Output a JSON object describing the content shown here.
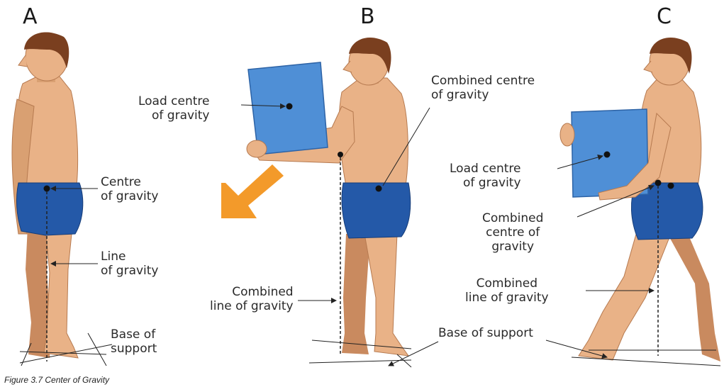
{
  "panels": [
    "A",
    "B",
    "C"
  ],
  "labels": {
    "a_centre_of_gravity": [
      "Centre",
      "of gravity"
    ],
    "a_line_of_gravity": [
      "Line",
      "of gravity"
    ],
    "a_base_of_support": [
      "Base of",
      "support"
    ],
    "b_load_centre": [
      "Load centre",
      "of gravity"
    ],
    "b_combined_centre": [
      "Combined centre",
      "of gravity"
    ],
    "b_combined_line": [
      "Combined",
      "line of gravity"
    ],
    "c_load_centre": [
      "Load centre",
      "of gravity"
    ],
    "c_combined_centre": [
      "Combined",
      "centre of",
      "gravity"
    ],
    "c_combined_line": [
      "Combined",
      "line of gravity"
    ],
    "shared_base_of_support": [
      "Base of support"
    ]
  },
  "caption": "Figure 3.7 Center of Gravity",
  "colors": {
    "skin": "#e9b287",
    "skin_shade": "#c98a5f",
    "hair": "#7a3f1f",
    "shorts": "#2459a8",
    "box": "#4f8fd6",
    "arrow": "#f39a2a",
    "line": "#222222"
  }
}
